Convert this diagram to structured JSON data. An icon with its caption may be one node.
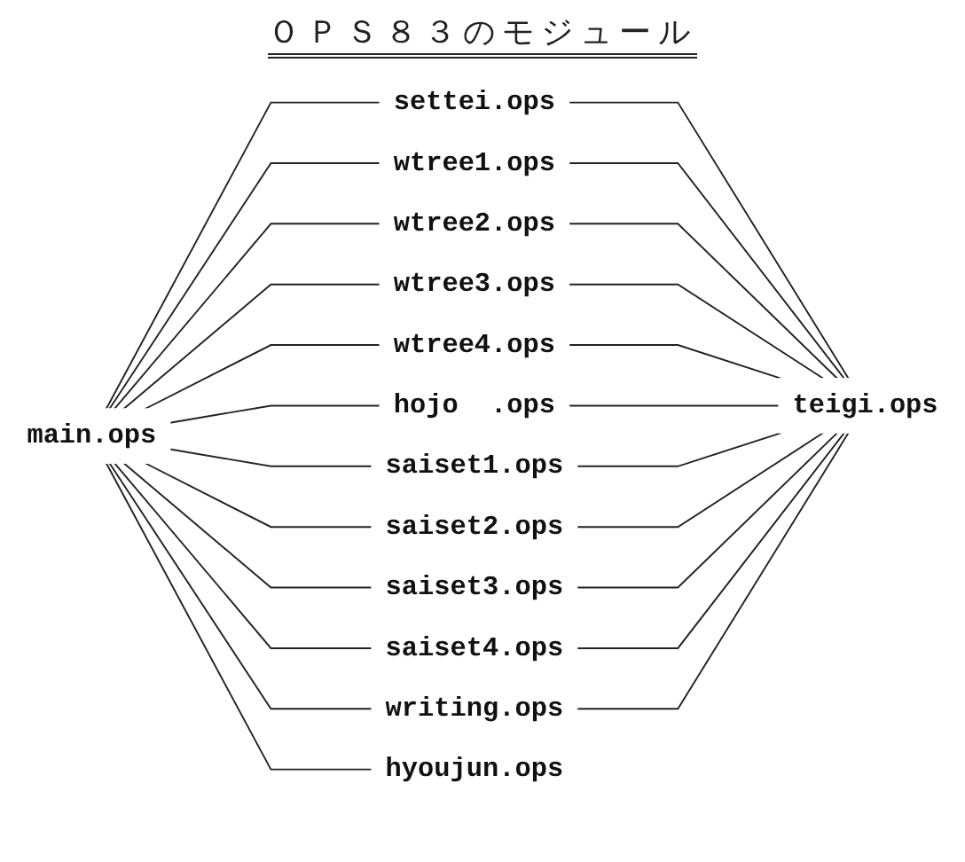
{
  "diagram": {
    "title": "ＯＰＳ８３のモジュール",
    "nodes": [
      {
        "text": [
          "main.ops"
        ]
      },
      {
        "text": [
          "settei.ops"
        ]
      },
      {
        "text": [
          "wtree1.ops"
        ]
      },
      {
        "text": [
          "wtree2.ops"
        ]
      },
      {
        "text": [
          "wtree3.ops"
        ]
      },
      {
        "text": [
          "wtree4.ops"
        ]
      },
      {
        "text": [
          "hojo  .ops"
        ]
      },
      {
        "text": [
          "saiset1.ops"
        ]
      },
      {
        "text": [
          "saiset2.ops"
        ]
      },
      {
        "text": [
          "saiset3.ops"
        ]
      },
      {
        "text": [
          "saiset4.ops"
        ]
      },
      {
        "text": [
          "writing.ops"
        ]
      },
      {
        "text": [
          "hyoujun.ops"
        ]
      },
      {
        "text": [
          "teigi.ops"
        ]
      }
    ],
    "edges": [
      {
        "from": 0,
        "to": 1,
        "arrow": "none"
      },
      {
        "from": 0,
        "to": 2,
        "arrow": "none"
      },
      {
        "from": 0,
        "to": 3,
        "arrow": "none"
      },
      {
        "from": 0,
        "to": 4,
        "arrow": "none"
      },
      {
        "from": 0,
        "to": 5,
        "arrow": "none"
      },
      {
        "from": 0,
        "to": 6,
        "arrow": "none"
      },
      {
        "from": 0,
        "to": 7,
        "arrow": "none"
      },
      {
        "from": 0,
        "to": 8,
        "arrow": "none"
      },
      {
        "from": 0,
        "to": 9,
        "arrow": "none"
      },
      {
        "from": 0,
        "to": 10,
        "arrow": "none"
      },
      {
        "from": 0,
        "to": 11,
        "arrow": "none"
      },
      {
        "from": 0,
        "to": 12,
        "arrow": "none"
      },
      {
        "from": 1,
        "to": 13,
        "arrow": "none"
      },
      {
        "from": 2,
        "to": 13,
        "arrow": "none"
      },
      {
        "from": 3,
        "to": 13,
        "arrow": "none"
      },
      {
        "from": 4,
        "to": 13,
        "arrow": "none"
      },
      {
        "from": 5,
        "to": 13,
        "arrow": "none"
      },
      {
        "from": 6,
        "to": 13,
        "arrow": "none"
      },
      {
        "from": 7,
        "to": 13,
        "arrow": "none"
      },
      {
        "from": 8,
        "to": 13,
        "arrow": "none"
      },
      {
        "from": 9,
        "to": 13,
        "arrow": "none"
      },
      {
        "from": 10,
        "to": 13,
        "arrow": "none"
      },
      {
        "from": 11,
        "to": 13,
        "arrow": "none"
      }
    ]
  }
}
